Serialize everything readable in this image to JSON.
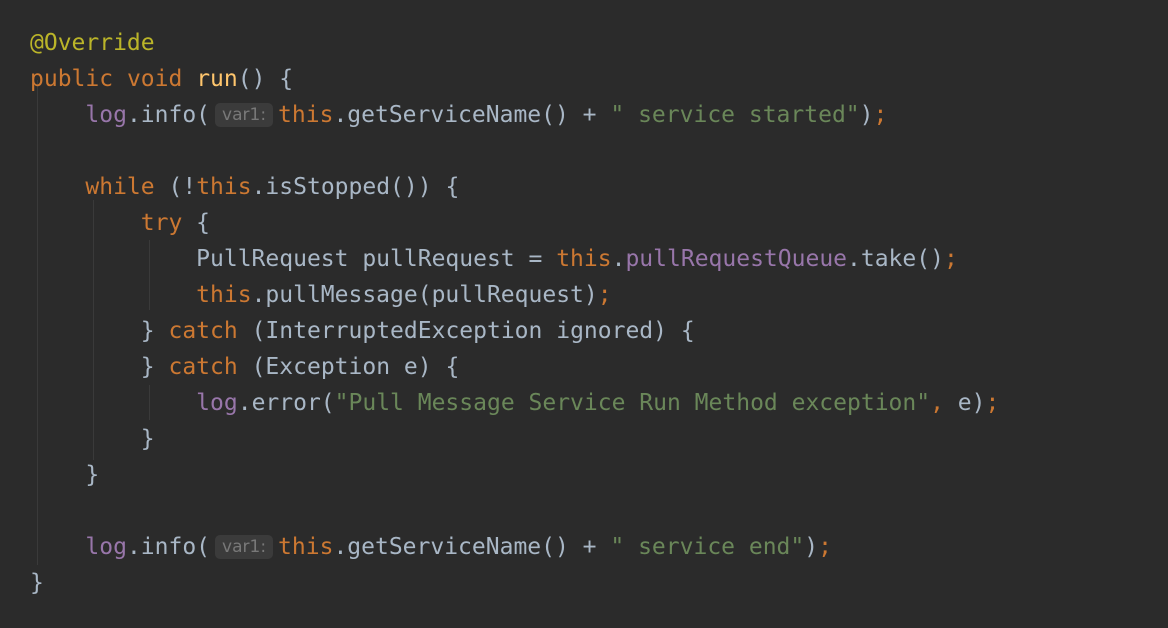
{
  "editor": {
    "colors": {
      "background": "#2b2b2b",
      "keyword": "#cc7832",
      "annotation": "#bbb529",
      "method_declaration": "#ffc66d",
      "field": "#9876aa",
      "string": "#6a8759",
      "plain": "#a9b7c6",
      "hint_text": "#787878",
      "hint_background": "#3b3b3b"
    },
    "lines": [
      {
        "tokens": [
          {
            "t": "@Override",
            "c": "ann"
          }
        ]
      },
      {
        "tokens": [
          {
            "t": "public",
            "c": "kw"
          },
          {
            "t": " "
          },
          {
            "t": "void",
            "c": "kw"
          },
          {
            "t": " "
          },
          {
            "t": "run",
            "c": "fn"
          },
          {
            "t": "() {"
          }
        ]
      },
      {
        "tokens": [
          {
            "t": "    "
          },
          {
            "t": "log",
            "c": "fld"
          },
          {
            "t": ".info("
          },
          {
            "t": "var1:",
            "c": "hint"
          },
          {
            "t": "this",
            "c": "kw"
          },
          {
            "t": ".getServiceName() + "
          },
          {
            "t": "\" service started\"",
            "c": "str"
          },
          {
            "t": ")"
          },
          {
            "t": ";",
            "c": "kw"
          }
        ]
      },
      {
        "tokens": []
      },
      {
        "tokens": [
          {
            "t": "    "
          },
          {
            "t": "while",
            "c": "kw"
          },
          {
            "t": " (!"
          },
          {
            "t": "this",
            "c": "kw"
          },
          {
            "t": ".isStopped()) {"
          }
        ]
      },
      {
        "tokens": [
          {
            "t": "        "
          },
          {
            "t": "try",
            "c": "kw"
          },
          {
            "t": " {"
          }
        ]
      },
      {
        "tokens": [
          {
            "t": "            PullRequest pullRequest = "
          },
          {
            "t": "this",
            "c": "kw"
          },
          {
            "t": "."
          },
          {
            "t": "pullRequestQueue",
            "c": "fld"
          },
          {
            "t": ".take()"
          },
          {
            "t": ";",
            "c": "kw"
          }
        ]
      },
      {
        "tokens": [
          {
            "t": "            "
          },
          {
            "t": "this",
            "c": "kw"
          },
          {
            "t": ".pullMessage(pullRequest)"
          },
          {
            "t": ";",
            "c": "kw"
          }
        ]
      },
      {
        "tokens": [
          {
            "t": "        } "
          },
          {
            "t": "catch",
            "c": "kw"
          },
          {
            "t": " (InterruptedException ignored) {"
          }
        ]
      },
      {
        "tokens": [
          {
            "t": "        } "
          },
          {
            "t": "catch",
            "c": "kw"
          },
          {
            "t": " (Exception e) {"
          }
        ]
      },
      {
        "tokens": [
          {
            "t": "            "
          },
          {
            "t": "log",
            "c": "fld"
          },
          {
            "t": ".error("
          },
          {
            "t": "\"Pull Message Service Run Method exception\"",
            "c": "str"
          },
          {
            "t": ", ",
            "c": "kw"
          },
          {
            "t": "e)"
          },
          {
            "t": ";",
            "c": "kw"
          }
        ]
      },
      {
        "tokens": [
          {
            "t": "        }"
          }
        ]
      },
      {
        "tokens": [
          {
            "t": "    }"
          }
        ]
      },
      {
        "tokens": []
      },
      {
        "tokens": [
          {
            "t": "    "
          },
          {
            "t": "log",
            "c": "fld"
          },
          {
            "t": ".info("
          },
          {
            "t": "var1:",
            "c": "hint"
          },
          {
            "t": "this",
            "c": "kw"
          },
          {
            "t": ".getServiceName() + "
          },
          {
            "t": "\" service end\"",
            "c": "str"
          },
          {
            "t": ")"
          },
          {
            "t": ";",
            "c": "kw"
          }
        ]
      },
      {
        "tokens": [
          {
            "t": "}"
          }
        ]
      }
    ]
  }
}
